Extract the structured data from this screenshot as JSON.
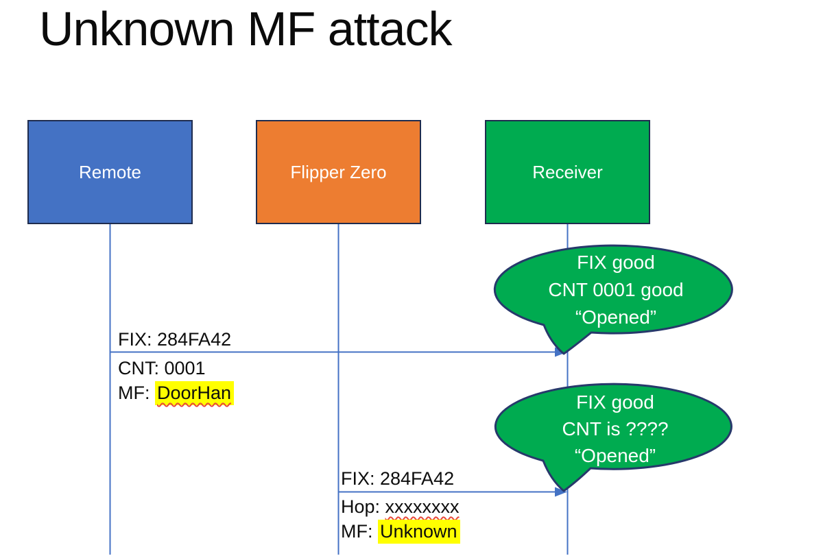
{
  "title": "Unknown MF attack",
  "colors": {
    "actor_remote_fill": "#4472C4",
    "actor_flipper_fill": "#ED7D31",
    "actor_receiver_fill": "#00AB50",
    "outline_navy": "#1F2C4E",
    "line_blue": "#4472C4",
    "highlight_yellow": "#FFFF00",
    "spellcheck_red": "#E8483A",
    "bubble_fill": "#00AB50"
  },
  "actors": [
    {
      "label": "Remote"
    },
    {
      "label": "Flipper Zero"
    },
    {
      "label": "Receiver"
    }
  ],
  "message1": {
    "from": "Remote",
    "to": "Receiver",
    "line_above": "FIX: 284FA42",
    "line2_prefix": "CNT: ",
    "line2_value": "0001",
    "line3_prefix": "MF: ",
    "line3_value": "DoorHan"
  },
  "message2": {
    "from": "Flipper Zero",
    "to": "Receiver",
    "line_above": "FIX: 284FA42",
    "line2_prefix": "Hop: ",
    "line2_value": "xxxxxxxx",
    "line3_prefix": "MF: ",
    "line3_value": "Unknown"
  },
  "callout1": {
    "line1": "FIX good",
    "line2": "CNT 0001 good",
    "line3": "“Opened”"
  },
  "callout2": {
    "line1": "FIX good",
    "line2": "CNT is ????",
    "line3": "“Opened”"
  }
}
